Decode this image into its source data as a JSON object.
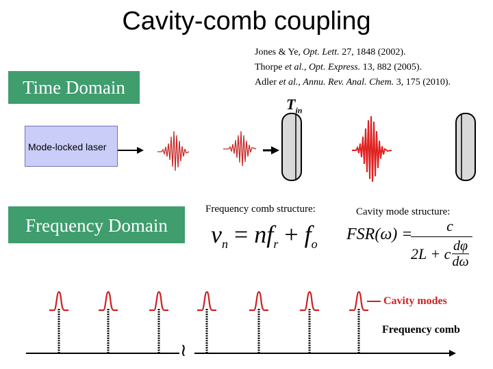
{
  "title": "Cavity-comb coupling",
  "references": [
    {
      "authors": "Jones & Ye, ",
      "journal": "Opt. Lett.",
      "details": " 27, 1848 (2002)."
    },
    {
      "authors": "Thorpe ",
      "etal": "et al.",
      "sep": ", ",
      "journal": "Opt. Express.",
      "details": " 13, 882 (2005)."
    },
    {
      "authors": "Adler ",
      "etal": "et al.",
      "sep": ", ",
      "journal": "Annu. Rev. Anal. Chem.",
      "details": " 3, 175  (2010)."
    }
  ],
  "time_domain_label": "Time Domain",
  "frequency_domain_label": "Frequency Domain",
  "laser_label": "Mode-locked laser",
  "tin_symbol": "T",
  "tin_subscript": "in",
  "comb_structure_label": "Frequency comb structure:",
  "cavity_structure_label": "Cavity mode structure:",
  "comb_equation": {
    "nu": "ν",
    "n": "n",
    "equals": " = ",
    "nf": "nf",
    "r": "r",
    "plus": " + ",
    "f": "f",
    "o": "o"
  },
  "fsr_equation": {
    "lhs": "FSR(ω) =",
    "numerator": "c",
    "denominator": "2L + c",
    "dphi": "dφ",
    "domega": "dω"
  },
  "legend": {
    "cavity_modes": "Cavity modes",
    "frequency_comb": "Frequency comb"
  },
  "axis_break_symbol": "≀",
  "colors": {
    "accent_green": "#3f9d6e",
    "laser_box": "#c9cdf7",
    "pulse_red": "#c62828",
    "cavity_modes": "#cc2222",
    "mirror_fill": "#d9d9d9"
  }
}
